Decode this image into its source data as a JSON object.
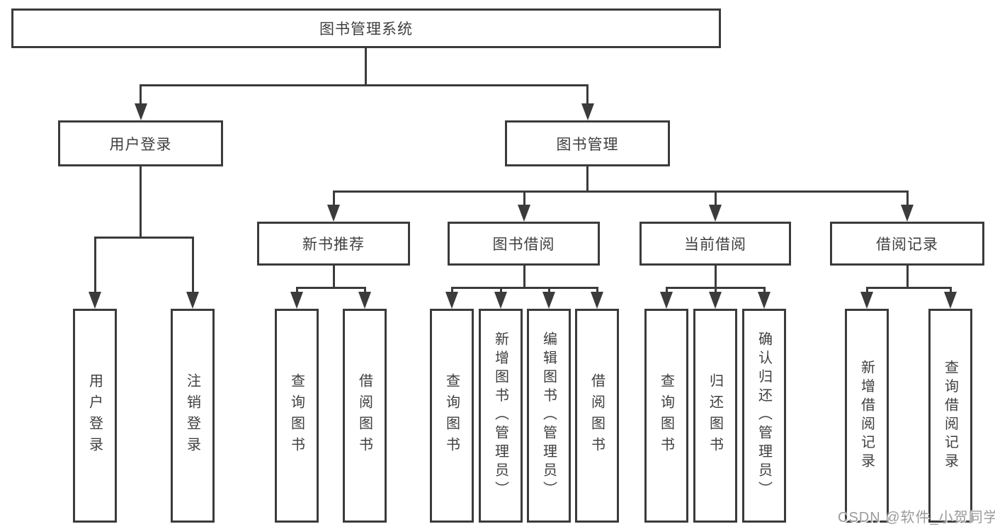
{
  "diagram": {
    "type": "tree",
    "tree": {
      "label": "图书管理系统",
      "children": [
        {
          "label": "用户登录",
          "children": [
            {
              "label": "用户登录"
            },
            {
              "label": "注销登录"
            }
          ]
        },
        {
          "label": "图书管理",
          "children": [
            {
              "label": "新书推荐",
              "children": [
                {
                  "label": "查询图书"
                },
                {
                  "label": "借阅图书"
                }
              ]
            },
            {
              "label": "图书借阅",
              "children": [
                {
                  "label": "查询图书"
                },
                {
                  "label": "新增图书（管理员）"
                },
                {
                  "label": "编辑图书（管理员）"
                },
                {
                  "label": "借阅图书"
                }
              ]
            },
            {
              "label": "当前借阅",
              "children": [
                {
                  "label": "查询图书"
                },
                {
                  "label": "归还图书"
                },
                {
                  "label": "确认归还（管理员）"
                }
              ]
            },
            {
              "label": "借阅记录",
              "children": [
                {
                  "label": "新增借阅记录"
                },
                {
                  "label": "查询借阅记录"
                }
              ]
            }
          ]
        }
      ]
    }
  },
  "watermark": "CSDN @软件_小贺同学",
  "colors": {
    "line": "#3b3b3b",
    "text": "#3f3f3f",
    "background": "#ffffff",
    "watermark": "#9b9b9b"
  }
}
